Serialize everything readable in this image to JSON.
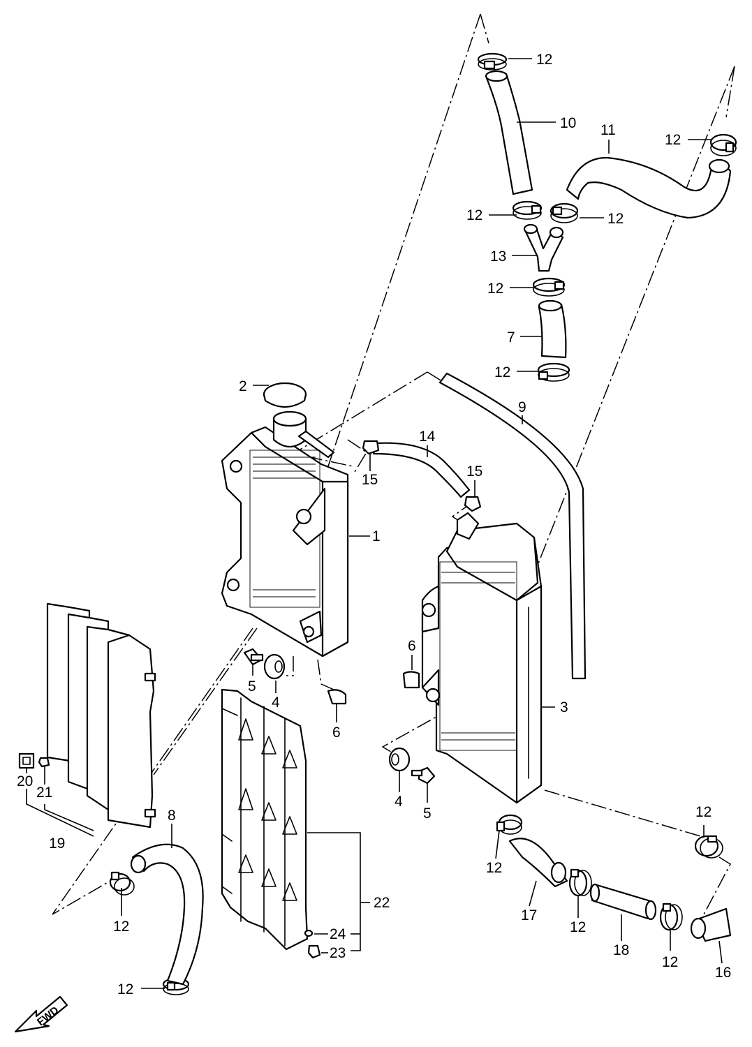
{
  "callouts": {
    "c1": "1",
    "c2": "2",
    "c3": "3",
    "c4a": "4",
    "c4b": "4",
    "c5a": "5",
    "c5b": "5",
    "c6a": "6",
    "c6b": "6",
    "c7": "7",
    "c8": "8",
    "c9": "9",
    "c10": "10",
    "c11": "11",
    "c12": [
      "12",
      "12",
      "12",
      "12",
      "12",
      "12",
      "12",
      "12",
      "12",
      "12",
      "12",
      "12"
    ],
    "c13": "13",
    "c14": "14",
    "c15a": "15",
    "c15b": "15",
    "c16": "16",
    "c17": "17",
    "c18": "18",
    "c19": "19",
    "c20": "20",
    "c21": "21",
    "c22": "22",
    "c23": "23",
    "c24": "24"
  },
  "fwd_label": "FWD"
}
